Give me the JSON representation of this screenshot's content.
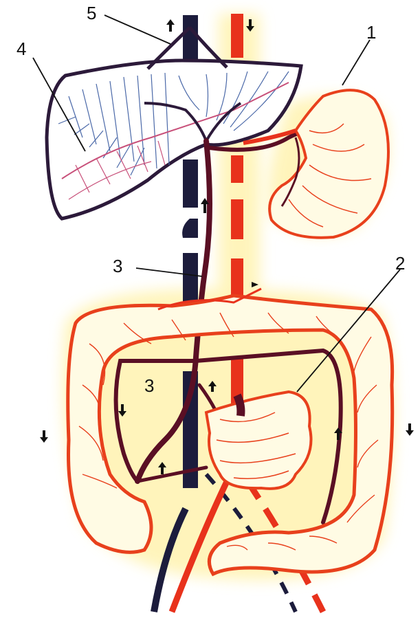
{
  "labels": {
    "spleen": "1",
    "intestine": "2",
    "portal_vein_upper": "3",
    "portal_vein_lower": "3",
    "liver_capillaries": "4",
    "hepatic_veins": "5"
  },
  "colors": {
    "vein": "#2c1a3a",
    "portal": "#5a0f24",
    "artery": "#e8321c",
    "vena_cava": "#1c1c3c",
    "organ_outline": "#e8401c",
    "organ_fill": "#fffbe4",
    "glow": "#fff3b0",
    "capillary_blue": "#4a68a8",
    "capillary_pink": "#c8507a"
  }
}
